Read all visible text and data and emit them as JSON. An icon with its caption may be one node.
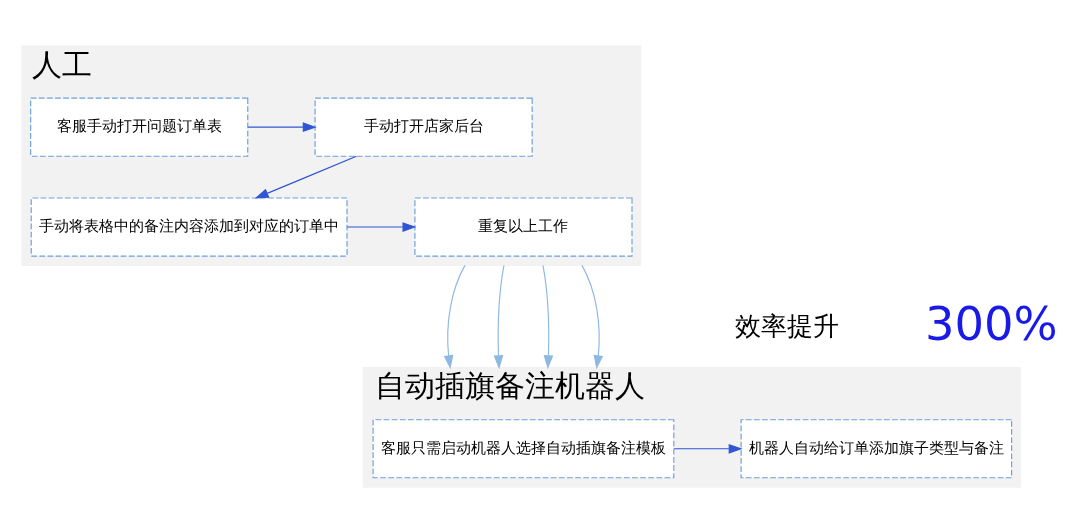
{
  "diagram": {
    "nodes": [
      {
        "text": [
          "人工"
        ]
      },
      {
        "text": [
          "客服手动打开问题订单表"
        ],
        "in": 0
      },
      {
        "text": [
          "手动打开店家后台"
        ],
        "in": 0
      },
      {
        "text": [
          "手动将表格中的备注内容添加到对应的订单中"
        ],
        "in": 0
      },
      {
        "text": [
          "重复以上工作"
        ],
        "in": 0
      },
      {
        "text": [
          "自动插旗备注机器人"
        ]
      },
      {
        "text": [
          "客服只需启动机器人选择自动插旗备注模板"
        ],
        "in": 5
      },
      {
        "text": [
          "机器人自动给订单添加旗子类型与备注"
        ],
        "in": 5
      }
    ],
    "edges": [
      {
        "from": 1,
        "to": 2,
        "arrow": "to"
      },
      {
        "from": 2,
        "to": 3,
        "arrow": "to"
      },
      {
        "from": 3,
        "to": 4,
        "arrow": "to"
      },
      {
        "from": 6,
        "to": 7,
        "arrow": "to"
      },
      {
        "from": 0,
        "to": 5,
        "arrow": "to",
        "color": "#8fb8e0"
      },
      {
        "from": 0,
        "to": 5,
        "arrow": "to",
        "color": "#8fb8e0"
      },
      {
        "from": 0,
        "to": 5,
        "arrow": "to",
        "color": "#8fb8e0"
      },
      {
        "from": 0,
        "to": 5,
        "arrow": "to",
        "color": "#8fb8e0"
      }
    ],
    "labels": [
      "效率提升",
      "300%"
    ]
  }
}
